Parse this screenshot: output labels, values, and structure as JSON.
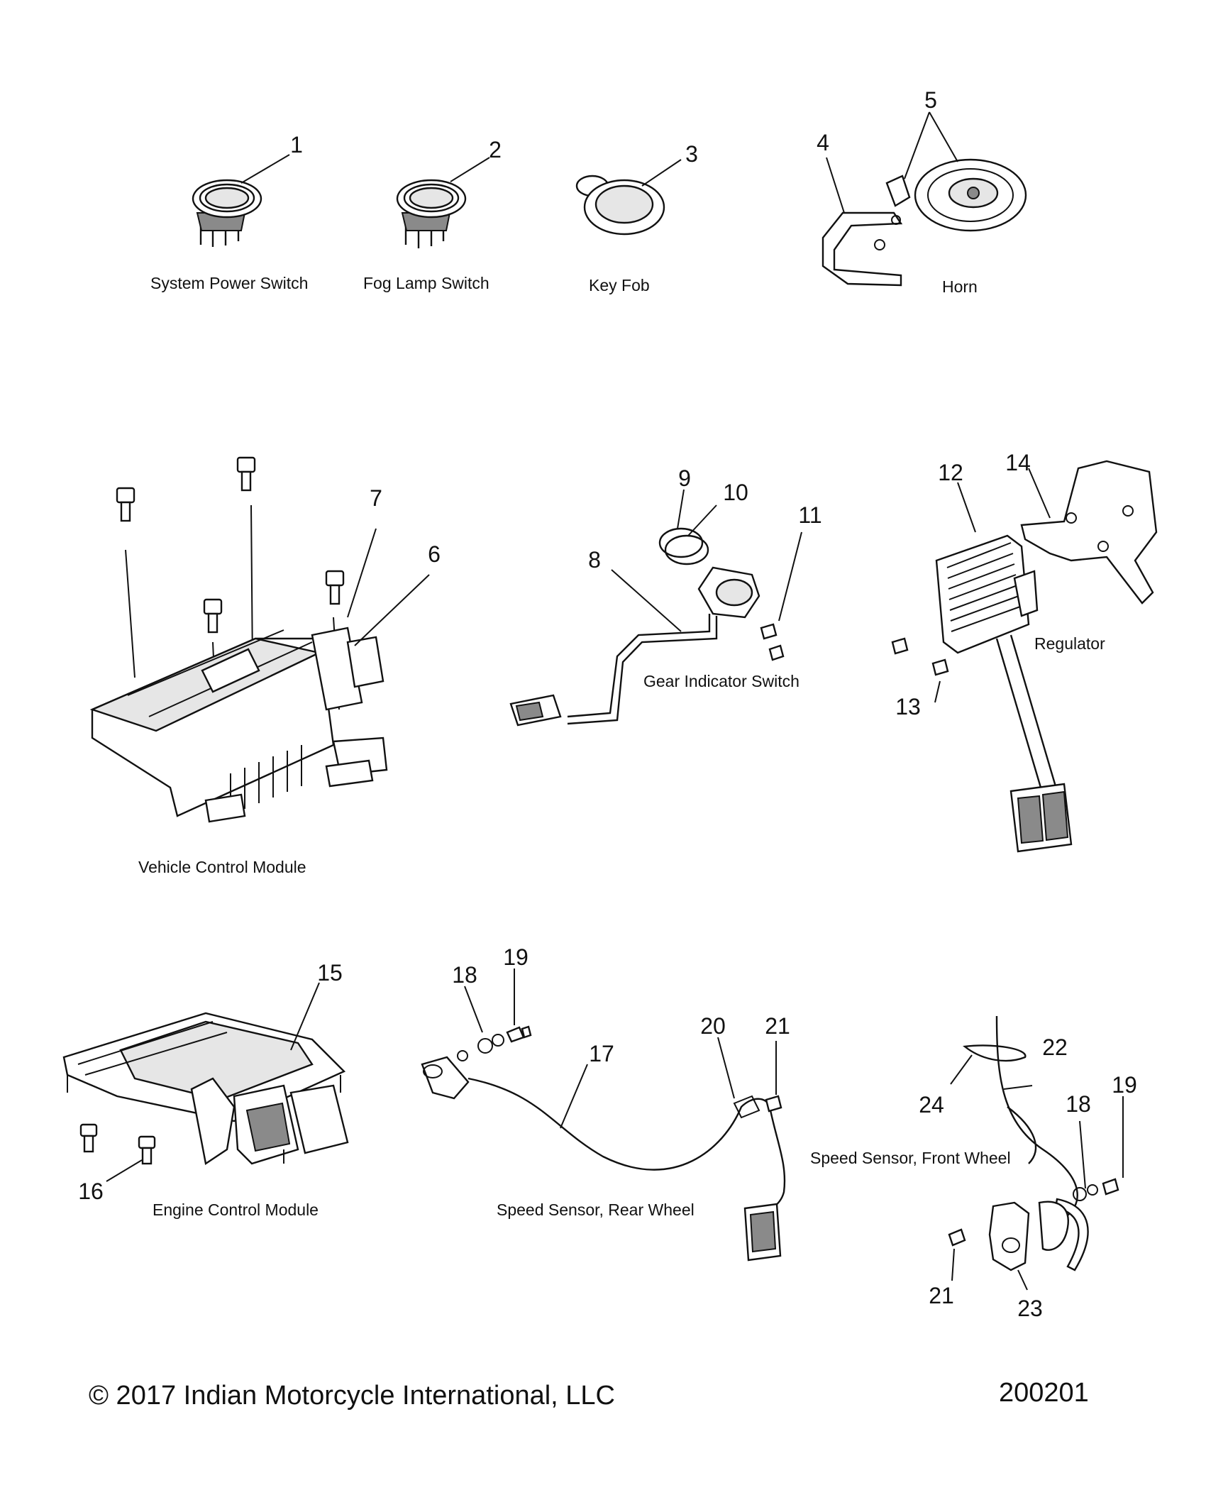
{
  "captions": {
    "system_power_switch": "System Power Switch",
    "fog_lamp_switch": "Fog Lamp Switch",
    "key_fob": "Key Fob",
    "horn": "Horn",
    "vehicle_control_module": "Vehicle Control Module",
    "gear_indicator_switch": "Gear Indicator Switch",
    "regulator": "Regulator",
    "engine_control_module": "Engine Control Module",
    "speed_sensor_rear_wheel": "Speed Sensor, Rear Wheel",
    "speed_sensor_front_wheel": "Speed Sensor, Front Wheel"
  },
  "callouts": {
    "c1": "1",
    "c2": "2",
    "c3": "3",
    "c4": "4",
    "c5": "5",
    "c6": "6",
    "c7": "7",
    "c8": "8",
    "c9": "9",
    "c10": "10",
    "c11": "11",
    "c12": "12",
    "c13": "13",
    "c14": "14",
    "c15": "15",
    "c16": "16",
    "c17": "17",
    "c18a": "18",
    "c19a": "19",
    "c20": "20",
    "c21a": "21",
    "c22": "22",
    "c23": "23",
    "c24": "24",
    "c18b": "18",
    "c19b": "19",
    "c21b": "21"
  },
  "footer": {
    "copyright": "© 2017 Indian Motorcycle International, LLC",
    "diagram_number": "200201"
  }
}
